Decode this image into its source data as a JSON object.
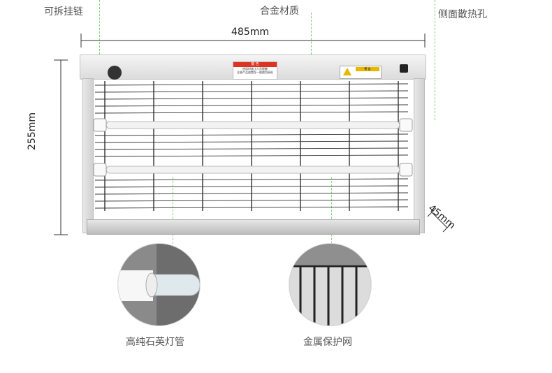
{
  "callouts": {
    "removable_chain": "可拆挂链",
    "alloy_material": "合金材质",
    "side_vents": "侧面散热孔"
  },
  "dimensions": {
    "width": "485mm",
    "height": "255mm",
    "depth": "45mm"
  },
  "details": {
    "quartz_tube": "高纯石英灯管",
    "metal_mesh": "金属保护网"
  },
  "labels": {
    "warning_red_title": "警 告",
    "warning_red_lines": [
      "使用时禁止人员接触",
      "注意产品放置在一般使用高处"
    ],
    "warning_yellow_title": "警 告"
  }
}
